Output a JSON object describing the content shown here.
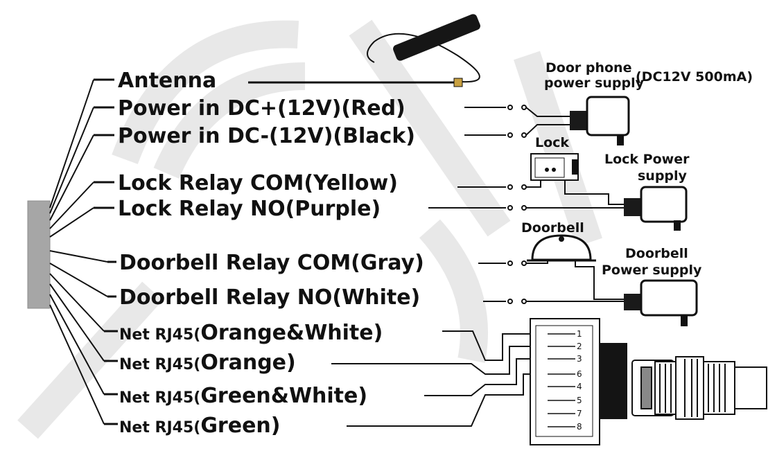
{
  "wires": [
    {
      "label": "Antenna"
    },
    {
      "label": "Power in DC+(12V)(Red)"
    },
    {
      "label": "Power in DC-(12V)(Black)"
    },
    {
      "label": "Lock Relay COM(Yellow)"
    },
    {
      "label": "Lock Relay NO(Purple)"
    },
    {
      "label": "Doorbell Relay COM(Gray)"
    },
    {
      "label": "Doorbell Relay NO(White)"
    },
    {
      "prefix": "Net RJ45(",
      "label": "Orange&White)"
    },
    {
      "prefix": "Net RJ45(",
      "label": "Orange)"
    },
    {
      "prefix": "Net RJ45(",
      "label": "Green&White)"
    },
    {
      "prefix": "Net RJ45(",
      "label": "Green)"
    }
  ],
  "devices": {
    "door_phone_supply_line1": "Door phone",
    "door_phone_supply_line2": "power supply",
    "door_phone_supply_spec": "(DC12V 500mA)",
    "lock": "Lock",
    "lock_power_line1": "Lock Power",
    "lock_power_line2": "supply",
    "doorbell": "Doorbell",
    "doorbell_power_line1": "Doorbell",
    "doorbell_power_line2": "Power supply"
  },
  "rj45_pins": [
    "1",
    "2",
    "3",
    "6",
    "4",
    "5",
    "7",
    "8"
  ]
}
